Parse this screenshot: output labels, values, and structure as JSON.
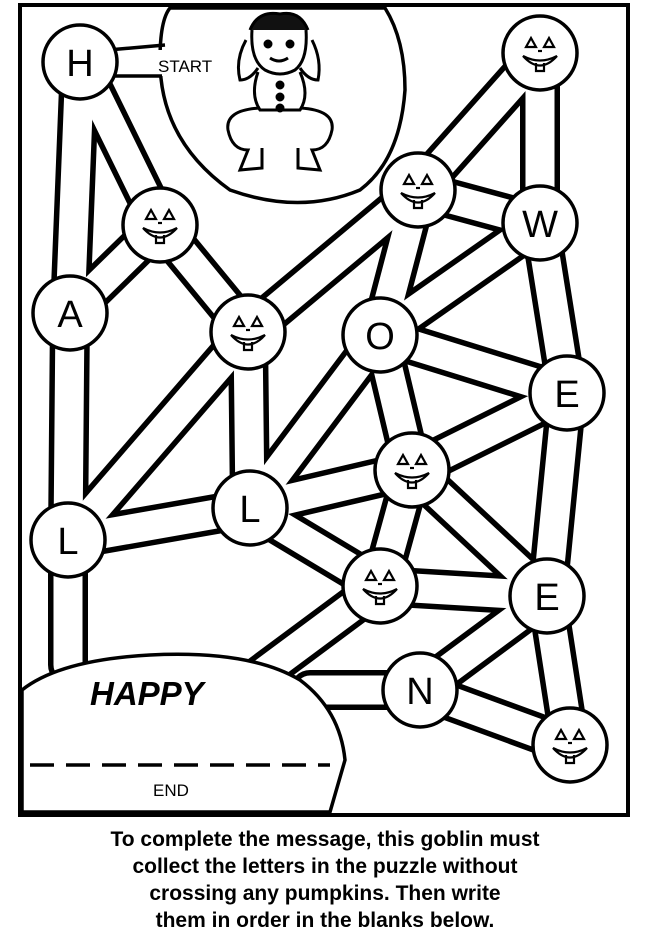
{
  "puzzle": {
    "start_label": "START",
    "end_label": "END",
    "prefilled_word": "HAPPY",
    "nodes": [
      {
        "id": "h",
        "letter": "H"
      },
      {
        "id": "a",
        "letter": "A"
      },
      {
        "id": "l1",
        "letter": "L"
      },
      {
        "id": "l2",
        "letter": "L"
      },
      {
        "id": "o",
        "letter": "O"
      },
      {
        "id": "w",
        "letter": "W"
      },
      {
        "id": "e1",
        "letter": "E"
      },
      {
        "id": "e2",
        "letter": "E"
      },
      {
        "id": "n",
        "letter": "N"
      }
    ],
    "pumpkin_count": 7
  },
  "instructions": [
    "To complete the message, this goblin must",
    "collect the letters in the puzzle without",
    "crossing any pumpkins. Then write",
    "them in order in the blanks below."
  ]
}
